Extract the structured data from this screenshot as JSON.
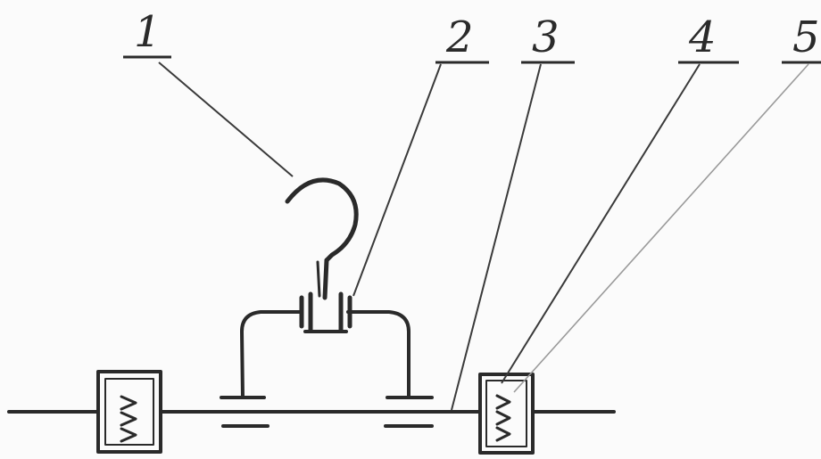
{
  "callouts": {
    "c1": {
      "number": "1"
    },
    "c2": {
      "number": "2"
    },
    "c3": {
      "number": "3"
    },
    "c4": {
      "number": "4"
    },
    "c5": {
      "number": "5"
    }
  }
}
